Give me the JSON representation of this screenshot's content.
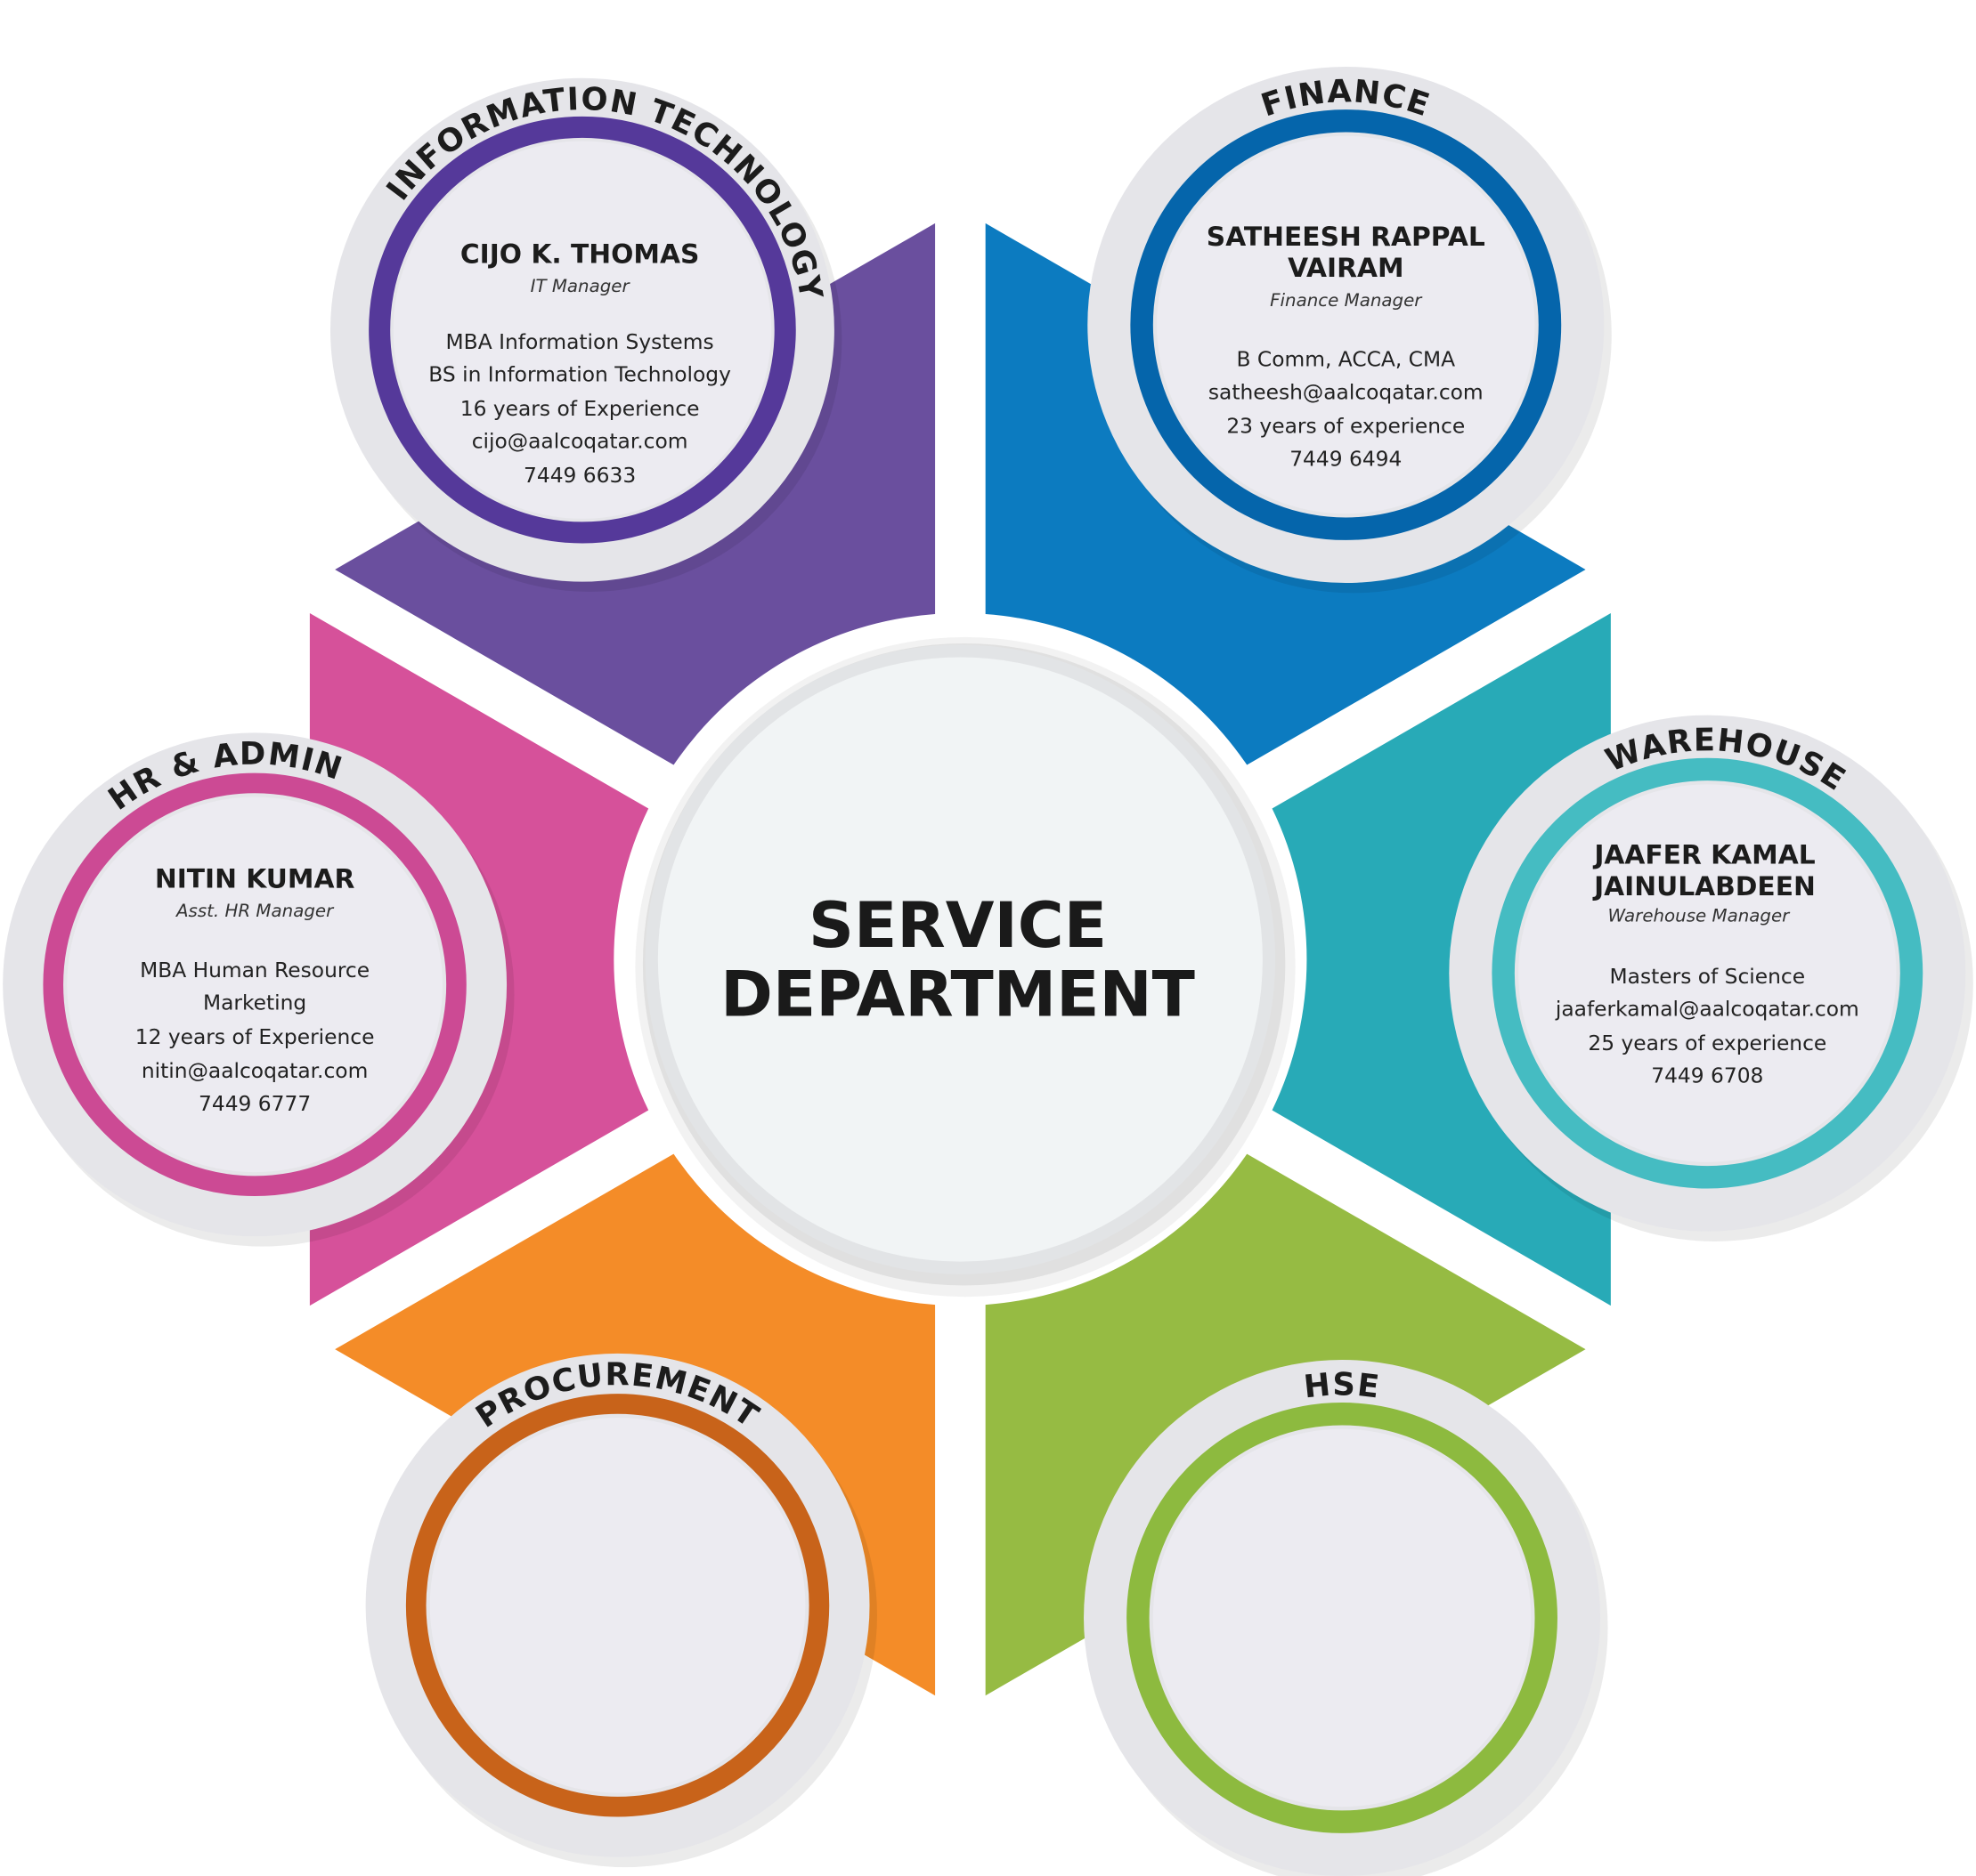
{
  "center": {
    "line1": "SERVICE",
    "line2": "DEPARTMENT"
  },
  "departments": {
    "it": {
      "title": "INFORMATION TECHNOLOGY",
      "color": "#6a4f9e",
      "ring": "#55399a",
      "name": "CIJO K. THOMAS",
      "role": "IT Manager",
      "details": [
        "MBA Information Systems",
        "BS in Information Technology",
        "16 years of Experience",
        "cijo@aalcoqatar.com",
        "7449 6633"
      ]
    },
    "finance": {
      "title": "FINANCE",
      "color": "#0c7bc0",
      "ring": "#0565ab",
      "name_line1": "SATHEESH RAPPAL",
      "name_line2": "VAIRAM",
      "role": "Finance Manager",
      "details": [
        "B Comm, ACCA, CMA",
        "satheesh@aalcoqatar.com",
        "23 years of experience",
        "7449 6494"
      ]
    },
    "hr": {
      "title": "HR & ADMIN",
      "color": "#d6519a",
      "ring": "#cc4a94",
      "name": "NITIN KUMAR",
      "role": "Asst. HR Manager",
      "details": [
        "MBA Human Resource",
        "Marketing",
        "12 years of Experience",
        "nitin@aalcoqatar.com",
        "7449 6777"
      ]
    },
    "warehouse": {
      "title": "WAREHOUSE",
      "color": "#28aab7",
      "ring": "#45bcc2",
      "name_line1": "JAAFER KAMAL",
      "name_line2": "JAINULABDEEN",
      "role": "Warehouse Manager",
      "details": [
        "Masters of Science",
        "jaaferkamal@aalcoqatar.com",
        "25 years of experience",
        "7449 6708"
      ]
    },
    "procurement": {
      "title": "PROCUREMENT",
      "color": "#f48c28",
      "ring": "#c8631a"
    },
    "hse": {
      "title": "HSE",
      "color": "#96bb43",
      "ring": "#8dba3f"
    }
  }
}
